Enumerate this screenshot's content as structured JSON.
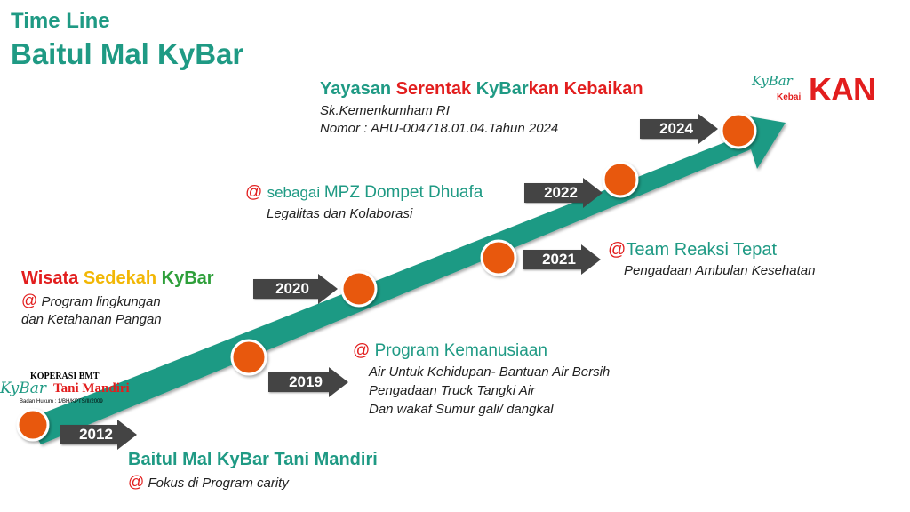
{
  "header": {
    "title_line1": "Time Line",
    "title_line2": "Baitul Mal KyBar"
  },
  "logo_left": {
    "line1": "KOPERASI BMT",
    "script": "KyBar",
    "name": "Tani Mandiri",
    "badan": "Badan Hukum : 1/BH/KPTS/II/2009"
  },
  "logo_right": {
    "script": "KyBar",
    "small": "Kebai",
    "big": "KAN"
  },
  "years": [
    "2012",
    "2019",
    "2020",
    "2021",
    "2022",
    "2024"
  ],
  "events": {
    "e2012": {
      "title": "Baitul Mal KyBar Tani Mandiri",
      "at": "@",
      "line1": "Fokus di Program carity"
    },
    "e2019": {
      "at": "@",
      "title": "Program Kemanusiaan",
      "lines": [
        "Air Untuk Kehidupan- Bantuan Air Bersih",
        "Pengadaan  Truck Tangki Air",
        "Dan wakaf Sumur gali/ dangkal"
      ]
    },
    "e2020": {
      "title_a": "Wisata ",
      "title_b": "Sedekah ",
      "title_c": "KyBar",
      "at": "@",
      "line1": "Program lingkungan",
      "line2": "dan Ketahanan Pangan"
    },
    "e2021": {
      "at": "@",
      "title": "Team Reaksi Tepat",
      "line1": "Pengadaan  Ambulan Kesehatan"
    },
    "e2022": {
      "at": "@",
      "title_a": "sebagai ",
      "title_b": "MPZ Dompet Dhuafa",
      "line1": "Legalitas  dan Kolaborasi"
    },
    "e2024": {
      "title_a": "Yayasan ",
      "title_b": "Serentak ",
      "title_c": "KyBar",
      "title_d": "kan Kebaikan",
      "line1": "Sk.Kemenkumham RI",
      "line2": "Nomor : AHU-004718.01.04.Tahun  2024"
    }
  },
  "colors": {
    "teal": "#1f9a84",
    "node": "#e8590c",
    "year_arrow": "#444444",
    "red": "#e21e1e"
  }
}
